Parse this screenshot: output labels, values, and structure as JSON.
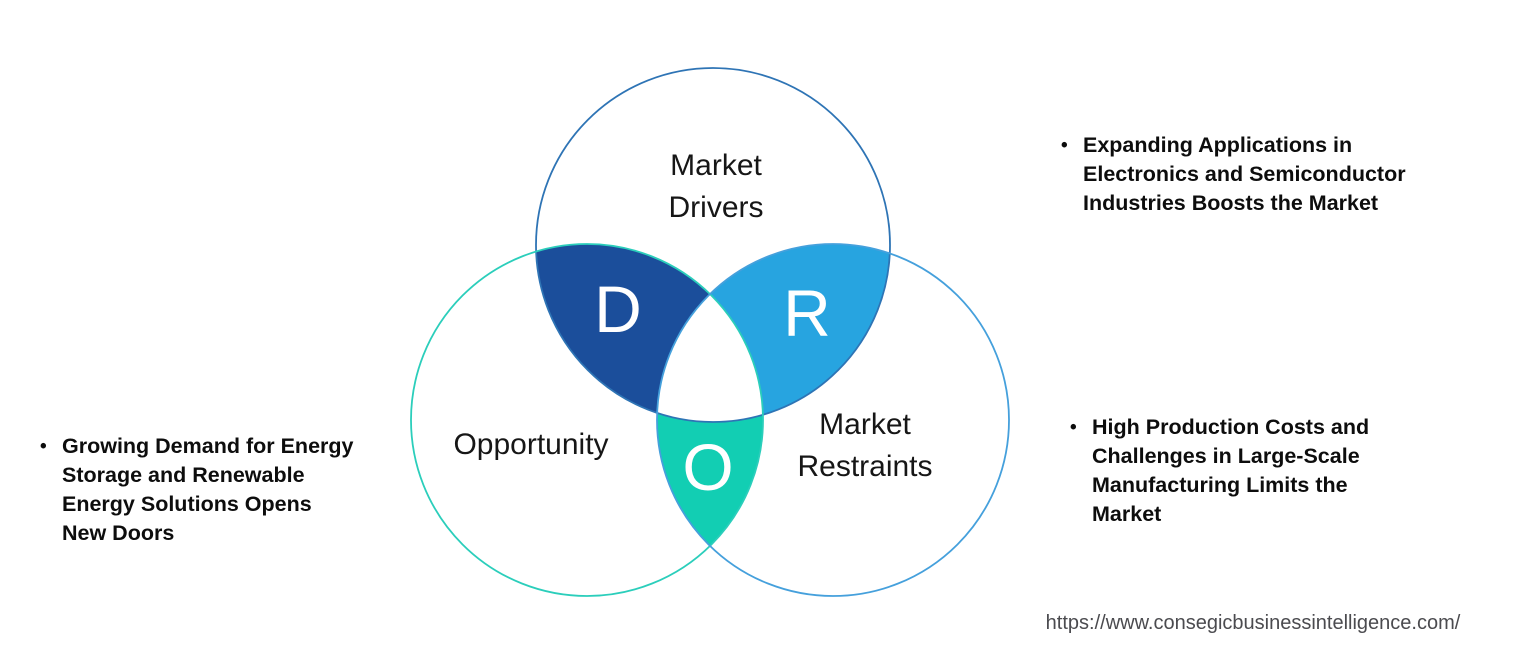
{
  "venn": {
    "drivers": {
      "label": "Market\nDrivers",
      "letter": "D"
    },
    "opportunity": {
      "label": "Opportunity",
      "letter": "O"
    },
    "restraints": {
      "label": "Market\nRestraints",
      "letter": "R"
    },
    "colors": {
      "drivers_outline": "#2E74B5",
      "opportunity_outline": "#2BCEBB",
      "restraints_outline": "#45A0DC",
      "drivers_overlap_fill": "#1B4E9B",
      "restraints_overlap_fill": "#27A4E0",
      "opportunity_overlap_fill": "#12CEB3",
      "center_fill": "#FFFFFF",
      "letter_color": "#FFFFFF"
    }
  },
  "bullets": {
    "marker": "•",
    "left": "Growing Demand for Energy\nStorage and Renewable\nEnergy Solutions Opens\nNew Doors",
    "top_right": "Expanding Applications in\nElectronics and Semiconductor\nIndustries Boosts the Market",
    "bottom_right": "High Production Costs and\nChallenges in Large-Scale\nManufacturing Limits the\nMarket"
  },
  "footer": {
    "url": "https://www.consegicbusinessintelligence.com/"
  }
}
